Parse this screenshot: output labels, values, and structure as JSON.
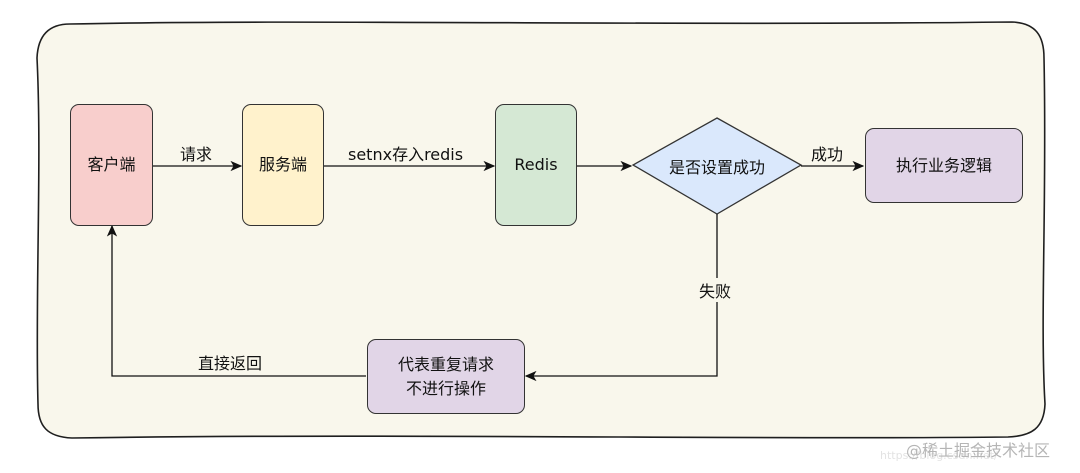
{
  "colors": {
    "page_bg": "#ffffff",
    "container_fill": "#f9f7ec",
    "stroke": "#1f1f1f",
    "client_fill": "#f8cecc",
    "server_fill": "#fff2cc",
    "redis_fill": "#d5e8d4",
    "decision_fill": "#dae8fc",
    "purple_fill": "#e1d5e7"
  },
  "nodes": {
    "client": "客户端",
    "server": "服务端",
    "redis": "Redis",
    "decision": "是否设置成功",
    "business": "执行业务逻辑",
    "retry_line1": "代表重复请求",
    "retry_line2": "不进行操作"
  },
  "edges": {
    "request": "请求",
    "setnx": "setnx存入redis",
    "success": "成功",
    "fail": "失败",
    "return": "直接返回"
  },
  "watermark": {
    "text": "@稀土掘金技术社区",
    "ghost": "https://blog.csdn.net/"
  }
}
